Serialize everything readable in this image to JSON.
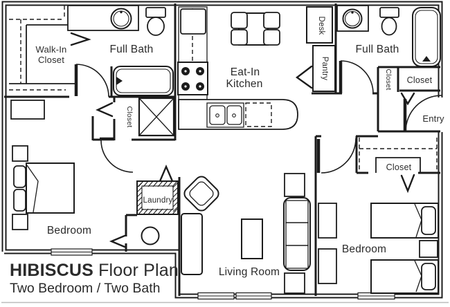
{
  "title": {
    "name": "HIBISCUS",
    "rest": "Floor Plan",
    "subtitle": "Two Bedroom / Two Bath"
  },
  "rooms": {
    "walk_in_closet": {
      "line1": "Walk-In",
      "line2": "Closet"
    },
    "full_bath_left": "Full Bath",
    "full_bath_right": "Full Bath",
    "eat_in_kitchen": {
      "line1": "Eat-In",
      "line2": "Kitchen"
    },
    "desk": "Desk",
    "pantry": "Pantry",
    "entry": "Entry",
    "laundry": "Laundry",
    "living_room": "Living Room",
    "bedroom_left": "Bedroom",
    "bedroom_right": "Bedroom",
    "closet_hall": "Closet",
    "closet_bath_small": "Closet",
    "closet_bath_wide": "Closet",
    "closet_bedroom": "Closet"
  },
  "colors": {
    "wall": "#1c1c1c",
    "ink": "#2b2b2b",
    "background": "#ffffff"
  }
}
